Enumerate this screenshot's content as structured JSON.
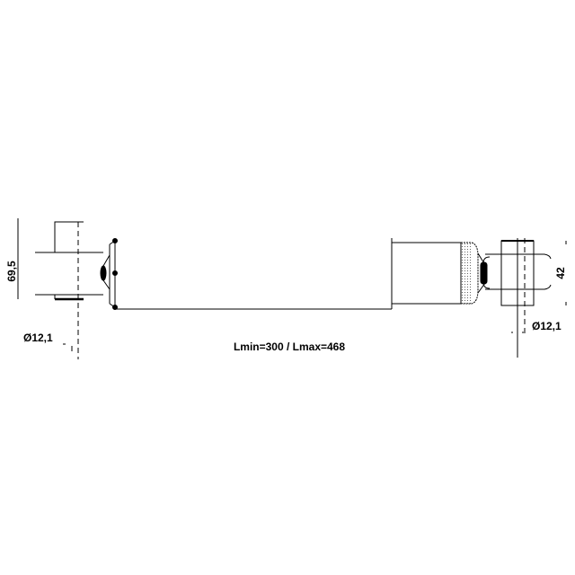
{
  "drawing": {
    "left_height_dim": "69,5",
    "left_bore_dim": "Ø12,1",
    "length_dim": "Lmin=300 / Lmax=468",
    "right_height_dim": "42",
    "right_bore_dim": "Ø12,1"
  },
  "colors": {
    "line": "#000000",
    "background": "#ffffff"
  }
}
